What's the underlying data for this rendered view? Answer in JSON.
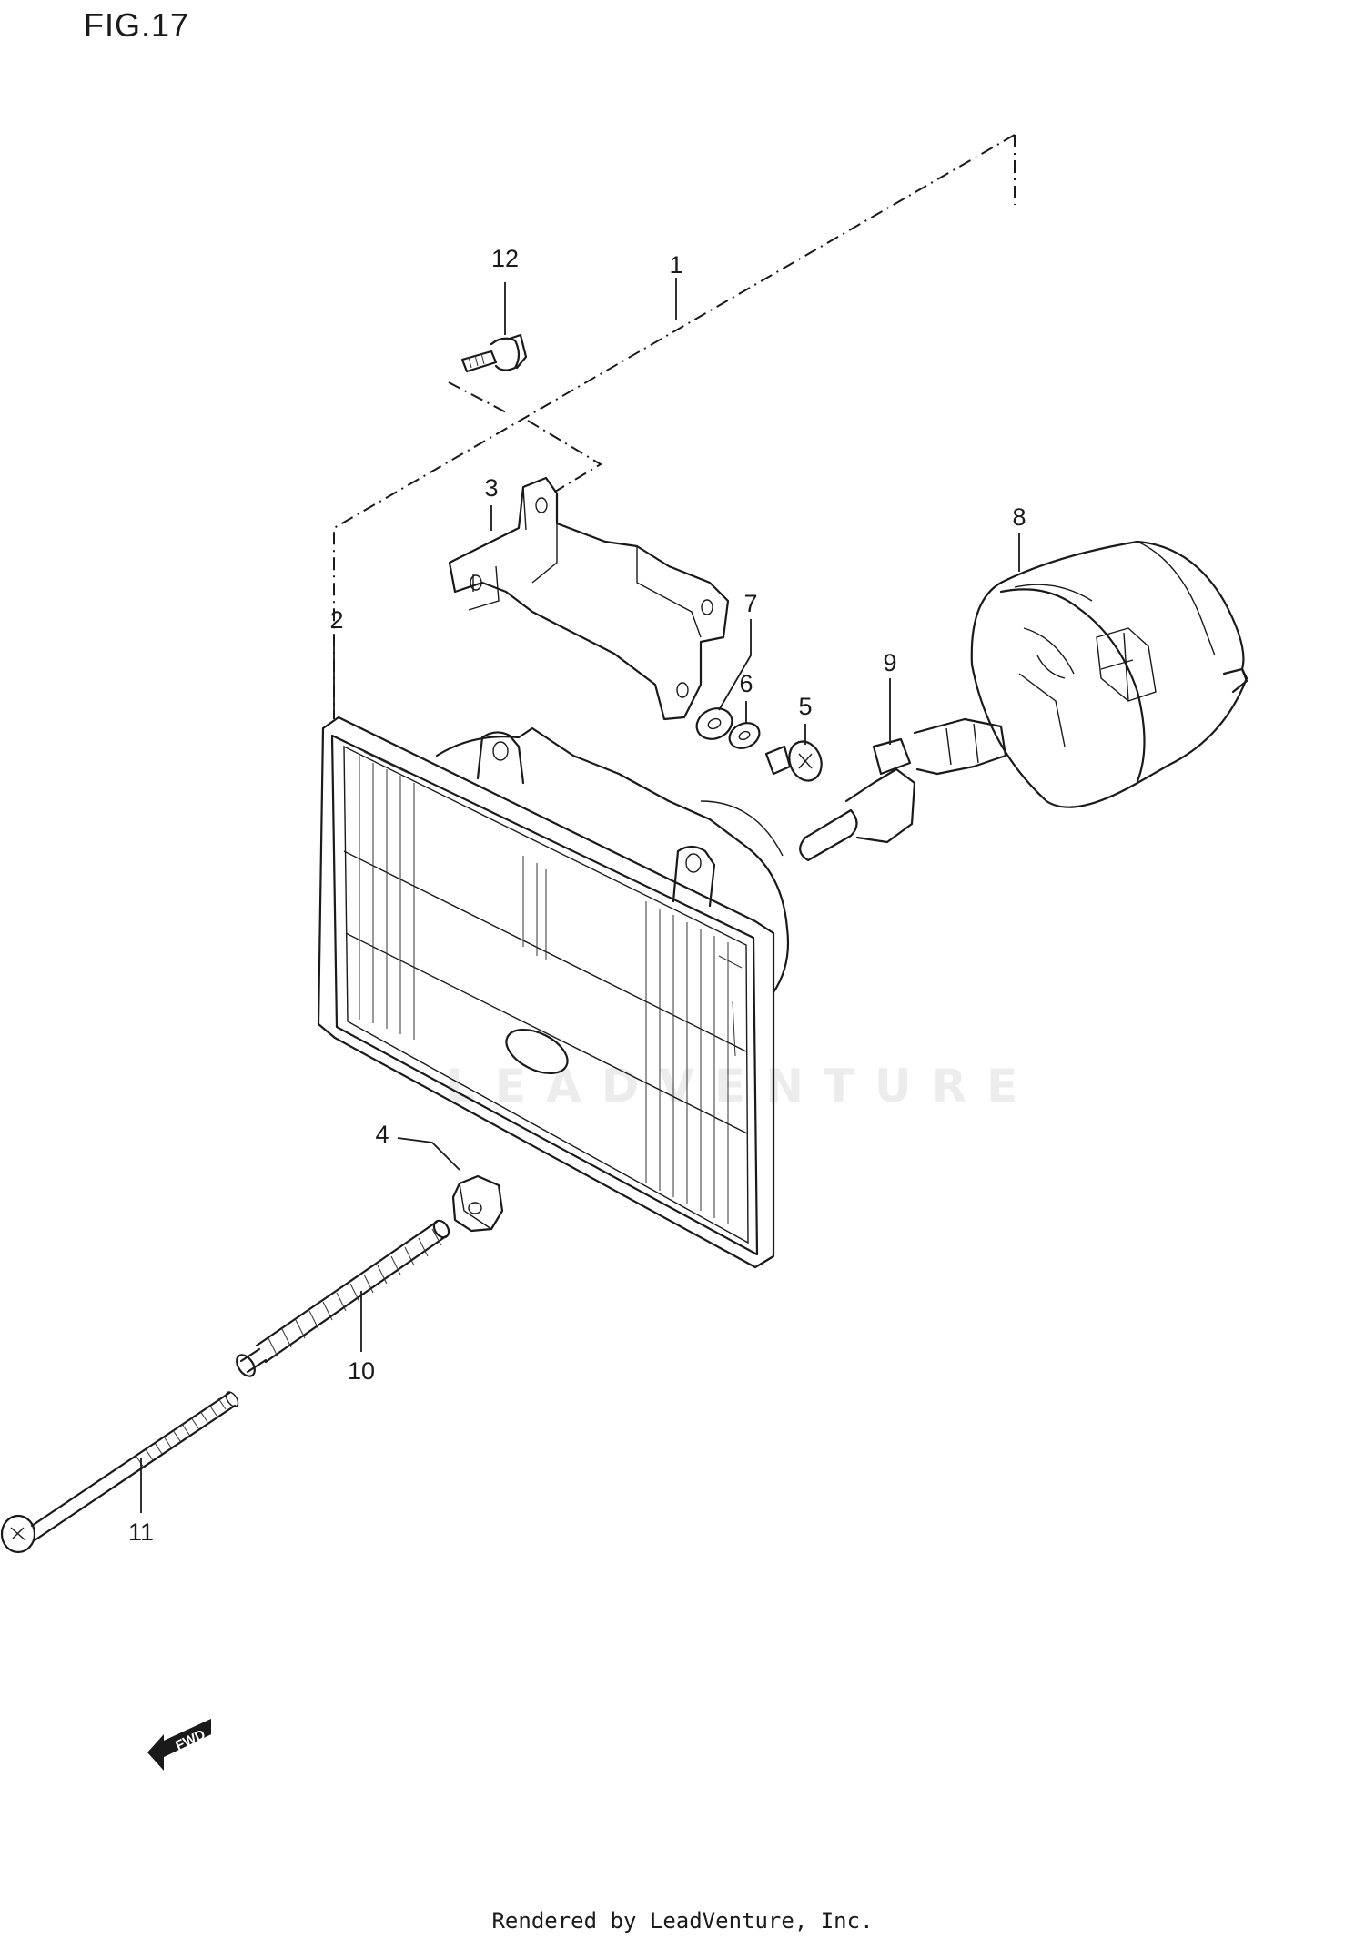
{
  "figure_label": "FIG.17",
  "watermark": "LEADVENTURE",
  "footer": "Rendered by LeadVenture, Inc.",
  "direction_badge": "FWD",
  "callouts": [
    {
      "id": "1",
      "label": "1"
    },
    {
      "id": "2",
      "label": "2"
    },
    {
      "id": "3",
      "label": "3"
    },
    {
      "id": "4",
      "label": "4"
    },
    {
      "id": "5",
      "label": "5"
    },
    {
      "id": "6",
      "label": "6"
    },
    {
      "id": "7",
      "label": "7"
    },
    {
      "id": "8",
      "label": "8"
    },
    {
      "id": "9",
      "label": "9"
    },
    {
      "id": "10",
      "label": "10"
    },
    {
      "id": "11",
      "label": "11"
    },
    {
      "id": "12",
      "label": "12"
    }
  ]
}
